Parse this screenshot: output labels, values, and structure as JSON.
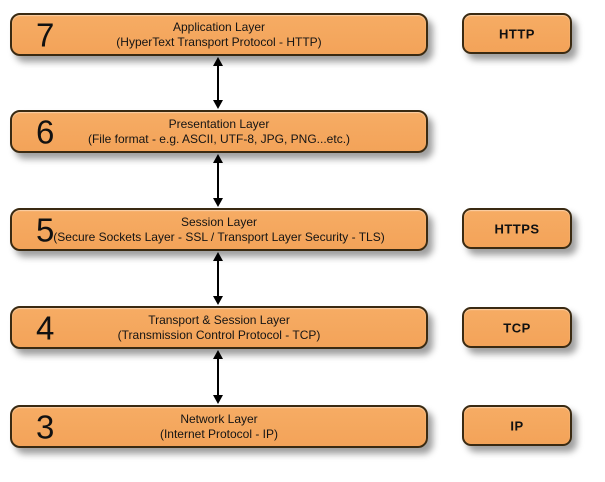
{
  "layers": [
    {
      "number": "7",
      "title": "Application Layer",
      "subtitle": "(HyperText Transport Protocol - HTTP)"
    },
    {
      "number": "6",
      "title": "Presentation Layer",
      "subtitle": "(File format - e.g. ASCII, UTF-8, JPG, PNG...etc.)"
    },
    {
      "number": "5",
      "title": "Session Layer",
      "subtitle": "(Secure Sockets Layer - SSL / Transport Layer Security - TLS)"
    },
    {
      "number": "4",
      "title": "Transport & Session Layer",
      "subtitle": "(Transmission Control Protocol - TCP)"
    },
    {
      "number": "3",
      "title": "Network Layer",
      "subtitle": "(Internet Protocol - IP)"
    }
  ],
  "protocols": [
    {
      "label": "HTTP"
    },
    {
      "label": "HTTPS"
    },
    {
      "label": "TCP"
    },
    {
      "label": "IP"
    }
  ],
  "connections": [
    {
      "from": "7",
      "to": "6",
      "type": "bidirectional-arrow"
    },
    {
      "from": "6",
      "to": "5",
      "type": "bidirectional-arrow"
    },
    {
      "from": "5",
      "to": "4",
      "type": "bidirectional-arrow"
    },
    {
      "from": "4",
      "to": "3",
      "type": "bidirectional-arrow"
    }
  ],
  "colors": {
    "box_fill": "#F5A75E",
    "box_border": "#3A2A12",
    "text": "#111111",
    "arrow": "#000000",
    "background": "#FFFFFF"
  }
}
